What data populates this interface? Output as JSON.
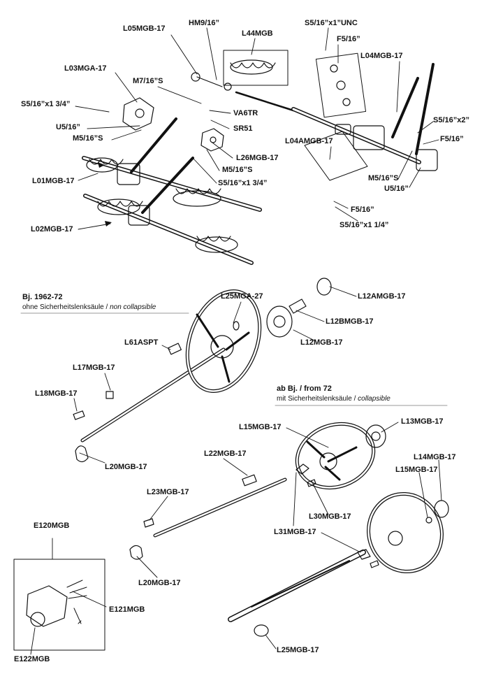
{
  "sections": {
    "noncollapsible": {
      "title": "Bj. 1962-72",
      "subtitle_de": "ohne Sicherheitslenksäule",
      "separator": " / ",
      "subtitle_en": "non collapsible"
    },
    "collapsible": {
      "title": "ab Bj. / from 72",
      "subtitle_de": "mit Sicherheitslenksäule",
      "separator": " / ",
      "subtitle_en": "collapsible"
    }
  },
  "parts": {
    "l05mgb17": "L05MGB-17",
    "hm916": "HM9/16”",
    "l44mgb": "L44MGB",
    "s516x1unc": "S5/16”x1”UNC",
    "f516_top": "F5/16”",
    "l04mgb17": "L04MGB-17",
    "l03mga17": "L03MGA-17",
    "m716s": "M7/16”S",
    "s516x134_a": "S5/16”x1 3/4”",
    "va6tr": "VA6TR",
    "sr51": "SR51",
    "u516_left": "U5/16”",
    "m516s_left": "M5/16”S",
    "s516x2": "S5/16”x2”",
    "f516_right": "F5/16”",
    "l04amgb17": "L04AMGB-17",
    "l26mgb17": "L26MGB-17",
    "m516s_mid": "M5/16”S",
    "s516x134_b": "S5/16”x1 3/4”",
    "m516s_right": "M5/16”S",
    "u516_right": "U5/16”",
    "l01mgb17": "L01MGB-17",
    "f516_bottom": "F5/16”",
    "s516x114": "S5/16”x1 1/4”",
    "l02mgb17": "L02MGB-17",
    "l25mga27": "L25MGA-27",
    "l12amgb17": "L12AMGB-17",
    "l12bmgb17": "L12BMGB-17",
    "l12mgb17": "L12MGB-17",
    "l61aspt": "L61ASPT",
    "l17mgb17": "L17MGB-17",
    "l18mgb17": "L18MGB-17",
    "l20mgb17_a": "L20MGB-17",
    "l15mgb17_a": "L15MGB-17",
    "l13mgb17": "L13MGB-17",
    "l22mgb17": "L22MGB-17",
    "l14mgb17": "L14MGB-17",
    "l15mgb17_b": "L15MGB-17",
    "l23mgb17": "L23MGB-17",
    "l30mgb17": "L30MGB-17",
    "l31mgb17": "L31MGB-17",
    "l20mgb17_b": "L20MGB-17",
    "e120mgb": "E120MGB",
    "e121mgb": "E121MGB",
    "e122mgb": "E122MGB",
    "l25mgb17": "L25MGB-17"
  },
  "colors": {
    "ink": "#111111",
    "rule": "#999999"
  }
}
